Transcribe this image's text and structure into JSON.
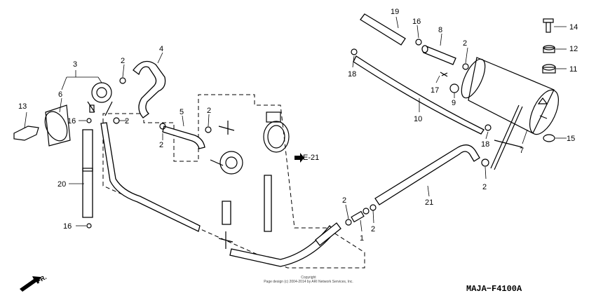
{
  "diagram_code": "MAJA−F4100A",
  "reference": "E-21",
  "direction": "FR.",
  "copyright_1": "Copyright",
  "copyright_2": "Page design (c) 2004-2014 by ARI Network Services, Inc.",
  "callouts": [
    "1",
    "2",
    "2",
    "2",
    "2",
    "2",
    "2",
    "2",
    "2",
    "3",
    "4",
    "5",
    "6",
    "7",
    "8",
    "9",
    "10",
    "11",
    "12",
    "13",
    "14",
    "15",
    "16",
    "16",
    "16",
    "17",
    "18",
    "18",
    "19",
    "20",
    "21"
  ]
}
